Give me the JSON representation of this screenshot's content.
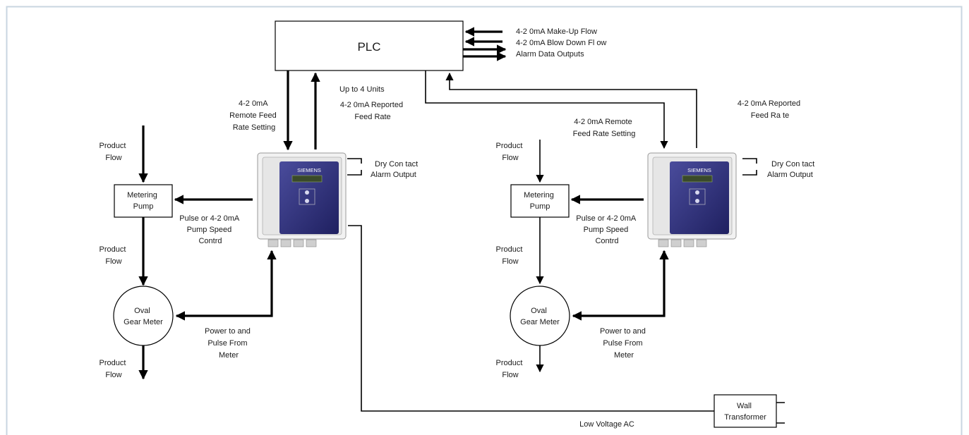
{
  "plc": {
    "label": "PLC"
  },
  "plc_io": {
    "makeup_flow": "4-2 0mA Make-Up Flow",
    "blowdown_flow": "4-2 0mA Blow Down Fl ow",
    "alarm_outputs": "Alarm Data Outputs"
  },
  "up_to_units": "Up to 4 Units",
  "unit_left": {
    "remote_feed": [
      "4-2 0mA",
      "Remote Feed",
      "Rate Setting"
    ],
    "reported_feed": [
      "4-2 0mA Reported",
      "Feed Rate"
    ],
    "dry_contact": [
      "Dry Con tact",
      "Alarm Output"
    ],
    "pump_speed": [
      "Pulse or 4-2 0mA",
      "Pump Speed",
      "Contrd"
    ],
    "power_pulse": [
      "Power to and",
      "Pulse From",
      "Meter"
    ],
    "product_flow_top": [
      "Product",
      "Flow"
    ],
    "product_flow_mid": [
      "Product",
      "Flow"
    ],
    "product_flow_bottom": [
      "Product",
      "Flow"
    ],
    "metering_pump": [
      "Metering",
      "Pump"
    ],
    "gear_meter": [
      "Oval",
      "Gear Meter"
    ],
    "controller_brand": "SIEMENS"
  },
  "unit_right": {
    "remote_feed": [
      "4-2 0mA Remote",
      "Feed Rate Setting"
    ],
    "reported_feed": [
      "4-2 0mA Reported",
      "Feed Ra te"
    ],
    "dry_contact": [
      "Dry Con tact",
      "Alarm Output"
    ],
    "pump_speed": [
      "Pulse or 4-2 0mA",
      "Pump Speed",
      "Contrd"
    ],
    "power_pulse": [
      "Power to and",
      "Pulse From",
      "Meter"
    ],
    "product_flow_top": [
      "Product",
      "Flow"
    ],
    "product_flow_mid": [
      "Product",
      "Flow"
    ],
    "product_flow_bottom": [
      "Product",
      "Flow"
    ],
    "metering_pump": [
      "Metering",
      "Pump"
    ],
    "gear_meter": [
      "Oval",
      "Gear Meter"
    ],
    "controller_brand": "SIEMENS"
  },
  "transformer": {
    "label": [
      "Wall",
      "Transformer"
    ]
  },
  "low_voltage": "Low Voltage AC",
  "colors": {
    "frame": "#c9d6e0",
    "controller_panel": "#2e2f78",
    "controller_body": "#f2f2f2",
    "line": "#000000"
  }
}
